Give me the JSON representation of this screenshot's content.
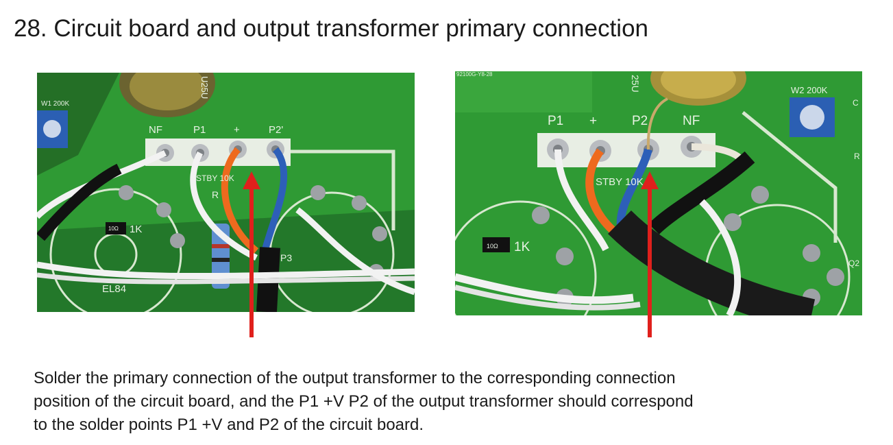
{
  "title": "28. Circuit board and output transformer primary connection",
  "photo_left": {
    "labels": {
      "nf": "NF",
      "p1": "P1",
      "plus": "+",
      "p2": "P2'",
      "w1": "W1 200K",
      "stby": "STBY 10K",
      "res_1k": "1K",
      "r10": "10Ω",
      "tube": "EL84",
      "u25": "U25U",
      "r": "R",
      "p3": "P3"
    }
  },
  "photo_right": {
    "labels": {
      "p1": "P1",
      "plus": "+",
      "p2": "P2",
      "nf": "NF",
      "w2": "W2 200K",
      "stby": "STBY 10K",
      "res_1k": "1K",
      "r10": "10Ω",
      "q2": "Q2",
      "u25": "25U",
      "code": "92100G-Y8-28",
      "c": "C",
      "r": "R"
    }
  },
  "caption": {
    "line1": "Solder the primary connection of the output transformer to the corresponding connection",
    "line2": "position of the circuit board, and the P1 +V P2 of the output transformer should correspond",
    "line3": "to the solder points P1  +V  and P2 of the circuit board."
  },
  "colors": {
    "pcb": "#2f9a34",
    "arrow": "#e0201c",
    "wire_orange": "#ee6a1e",
    "wire_blue": "#2d5fb8"
  }
}
